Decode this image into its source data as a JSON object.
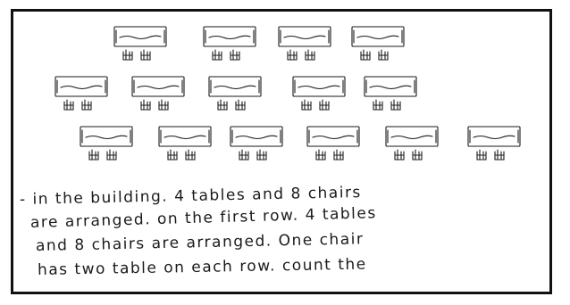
{
  "text_lines": [
    "- in the building. 4 tables and 8 chairs",
    "are arranged. on the first row. 4 tables",
    "and 8 chairs are arranged. One chair",
    "has two table on each row. count the"
  ],
  "drawing": {
    "rows": [
      {
        "tables": 4,
        "chairs_per_table": 2
      },
      {
        "tables": 5,
        "chairs_per_table": 2
      },
      {
        "tables": 6,
        "chairs_per_table": 2
      }
    ]
  },
  "colors": {
    "ink": "#1a1a1a",
    "frame": "#111111",
    "paper": "#ffffff"
  }
}
